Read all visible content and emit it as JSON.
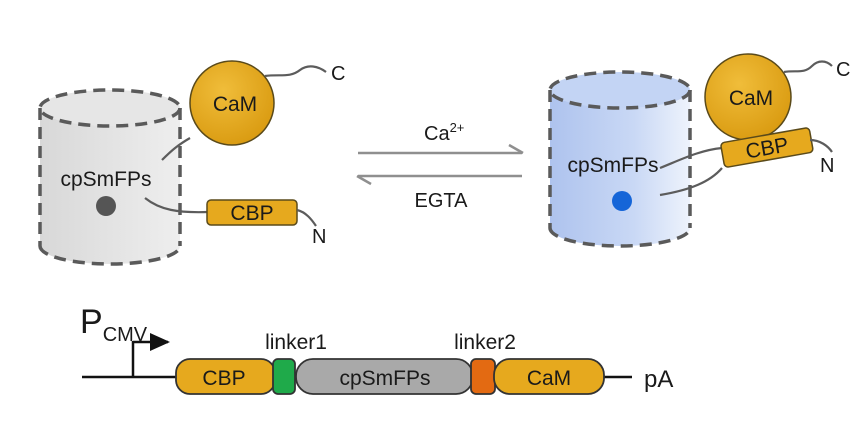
{
  "left_state": {
    "barrel_label": "cpSmFPs",
    "cam_label": "CaM",
    "cbp_label": "CBP",
    "c_terminus": "C",
    "n_terminus": "N"
  },
  "right_state": {
    "barrel_label": "cpSmFPs",
    "cam_label": "CaM",
    "cbp_label": "CBP",
    "c_terminus": "C",
    "n_terminus": "N"
  },
  "equilibrium": {
    "forward_label": "Ca",
    "forward_superscript": "2+",
    "reverse_label": "EGTA"
  },
  "construct": {
    "promoter_main": "P",
    "promoter_sub": "CMV",
    "segments": {
      "cbp": "CBP",
      "fp": "cpSmFPs",
      "cam": "CaM"
    },
    "linker1_label": "linker1",
    "linker2_label": "linker2",
    "terminator": "pA"
  },
  "colors": {
    "cam_fill": "#e3a81c",
    "cbp_fill": "#e6a91e",
    "barrel_dark_fill": "#e3e3e3",
    "barrel_blue_fill": "#b9cdf0",
    "chromophore_dark": "#555555",
    "chromophore_bright": "#1565d8",
    "linker1": "#1faa4a",
    "linker2": "#e36a12",
    "fp_segment": "#a9a9a9",
    "arrow": "#8f8f8f"
  }
}
